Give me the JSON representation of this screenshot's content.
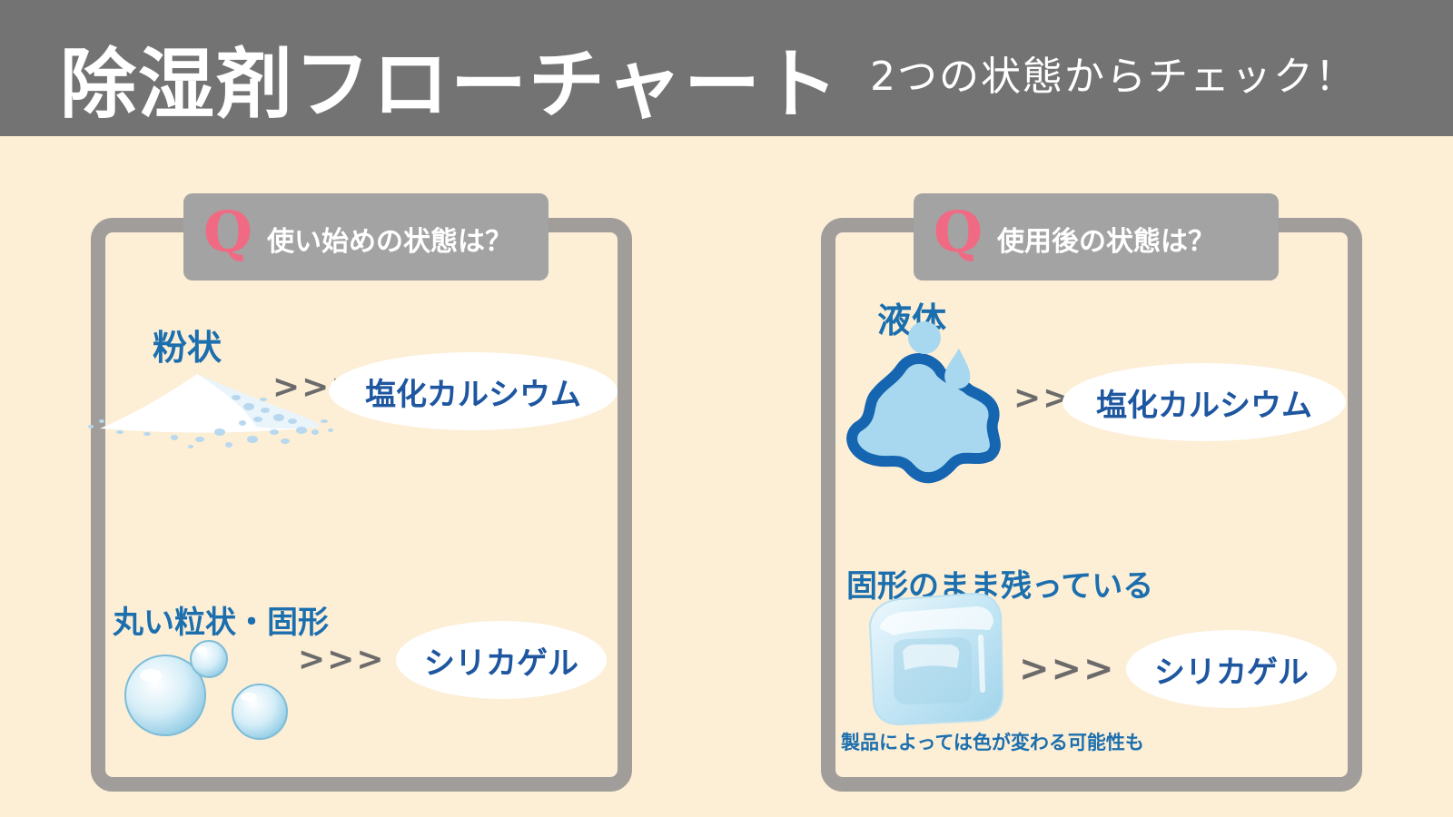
{
  "header": {
    "title": "除湿剤フローチャート",
    "subtitle": "2つの状態からチェック！"
  },
  "left_panel": {
    "q_mark": "Q",
    "question": "使い始めの状態は？",
    "items": [
      {
        "label": "粉状",
        "arrow": ">>>",
        "result": "塩化カルシウム",
        "icon": "powder-pile-icon"
      },
      {
        "label": "丸い粒状・固形",
        "arrow": ">>>",
        "result": "シリカゲル",
        "icon": "round-beads-icon"
      }
    ]
  },
  "right_panel": {
    "q_mark": "Q",
    "question": "使用後の状態は？",
    "items": [
      {
        "label": "液体",
        "arrow": ">>>",
        "result": "塩化カルシウム",
        "icon": "liquid-puddle-icon"
      },
      {
        "label": "固形のまま残っている",
        "arrow": ">>>",
        "result": "シリカゲル",
        "icon": "ice-cube-icon",
        "note": "製品によっては色が変わる可能性も"
      }
    ]
  },
  "colors": {
    "header_bg": "#737373",
    "page_bg": "#fdeed6",
    "panel_border": "#a09d9b",
    "q_mark": "#f06a83",
    "label_text": "#1b6fae",
    "result_text": "#1e56a0",
    "oval_bg": "#ffffff",
    "liquid_fill": "#a8d8f0",
    "liquid_outline": "#1565b0"
  }
}
